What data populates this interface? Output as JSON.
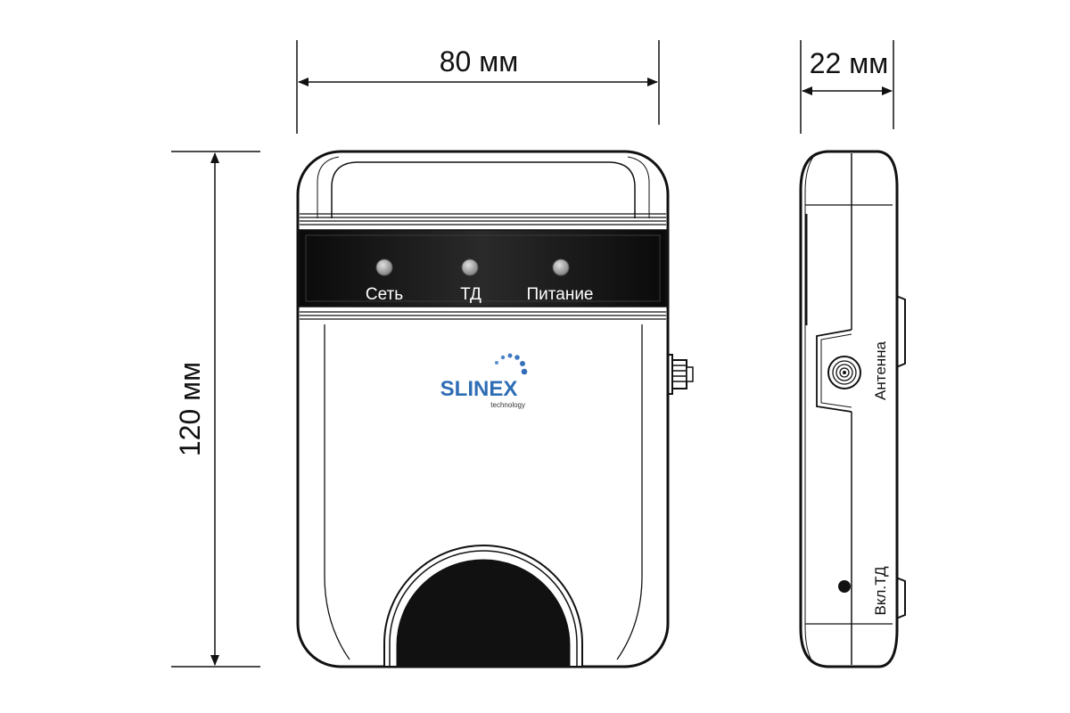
{
  "dimensions": {
    "width": "80 мм",
    "height": "120 мм",
    "depth": "22 мм"
  },
  "indicators": [
    {
      "label": "Сеть"
    },
    {
      "label": "ТД"
    },
    {
      "label": "Питание"
    }
  ],
  "logo": {
    "brand": "SLINEX",
    "tagline": "technology",
    "color": "#2f6db5"
  },
  "side_labels": {
    "antenna": "Антенна",
    "switch": "Вкл.ТД"
  }
}
